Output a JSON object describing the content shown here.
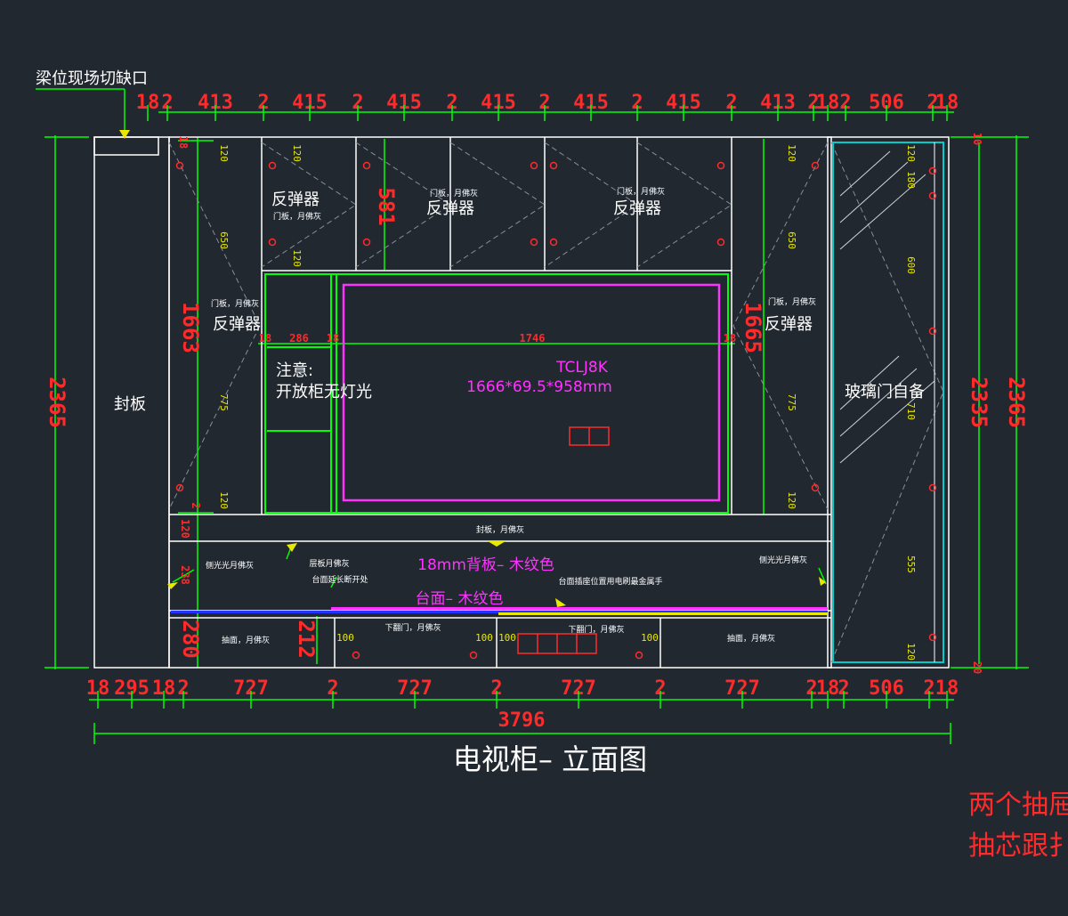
{
  "top_note": "梁位现场切缺口",
  "title": "电视柜– 立面图",
  "corner_note": [
    "两个抽屉",
    "抽芯跟扌"
  ],
  "top_dims": [
    "18",
    "2",
    "413",
    "2",
    "415",
    "2",
    "415",
    "2",
    "415",
    "2",
    "415",
    "2",
    "415",
    "2",
    "413",
    "2",
    "18",
    "2",
    "506",
    "2",
    "18"
  ],
  "bottom_dims": [
    "18",
    "295",
    "18",
    "2",
    "727",
    "2",
    "727",
    "2",
    "727",
    "2",
    "727",
    "2",
    "18",
    "2",
    "506",
    "2",
    "18"
  ],
  "total_width": "3796",
  "left_height": "2365",
  "right_height_inner": "2335",
  "right_height_outer": "2365",
  "right_end_dims": [
    "10",
    "20"
  ],
  "left_col_dims": [
    "18",
    "1663",
    "120",
    "2",
    "238",
    "280"
  ],
  "middle_dims": [
    "581",
    "1665",
    "212"
  ],
  "yellow_dims_left": [
    "120",
    "650",
    "775",
    "120"
  ],
  "yellow_dims_right": [
    "120",
    "650",
    "775",
    "120"
  ],
  "yellow_dims_top": [
    "120",
    "120"
  ],
  "yellow_dims_glass": [
    "120",
    "180",
    "600",
    "710",
    "555",
    "120"
  ],
  "tv_row_dims": [
    "18",
    "286",
    "18",
    "1746",
    "18"
  ],
  "drawer_dims": [
    "100",
    "100",
    "100",
    "100"
  ],
  "panel_label": "封板",
  "glass_label": "玻璃门自备",
  "rebound_label": "反弹器",
  "door_handle_note": "门板，月佛灰",
  "note_title": "注意:",
  "note_text": "开放柜无灯光",
  "tv_model": "TCLJ8K",
  "tv_size": "1666*69.5*958mm",
  "back_panel": "18mm背板– 木纹色",
  "countertop": "台面– 木纹色",
  "seal_note": "封板，月佛灰",
  "side_panel_note": "侧光光月佛灰",
  "layer_note": "层板月佛灰",
  "counter_cut_note": "台面延长断开处",
  "socket_note": "台面插座位置用电刷最金属手",
  "drawer_note": "抽面，月佛灰",
  "flip_door_note": "下翻门，月佛灰",
  "colors": {
    "background": "#212830",
    "outline": "#ffffff",
    "dimension": "#00ff00",
    "dim_text": "#ff2a2a",
    "magenta": "#ff33ff",
    "yellow": "#e8e800",
    "blue": "#2233ff"
  }
}
